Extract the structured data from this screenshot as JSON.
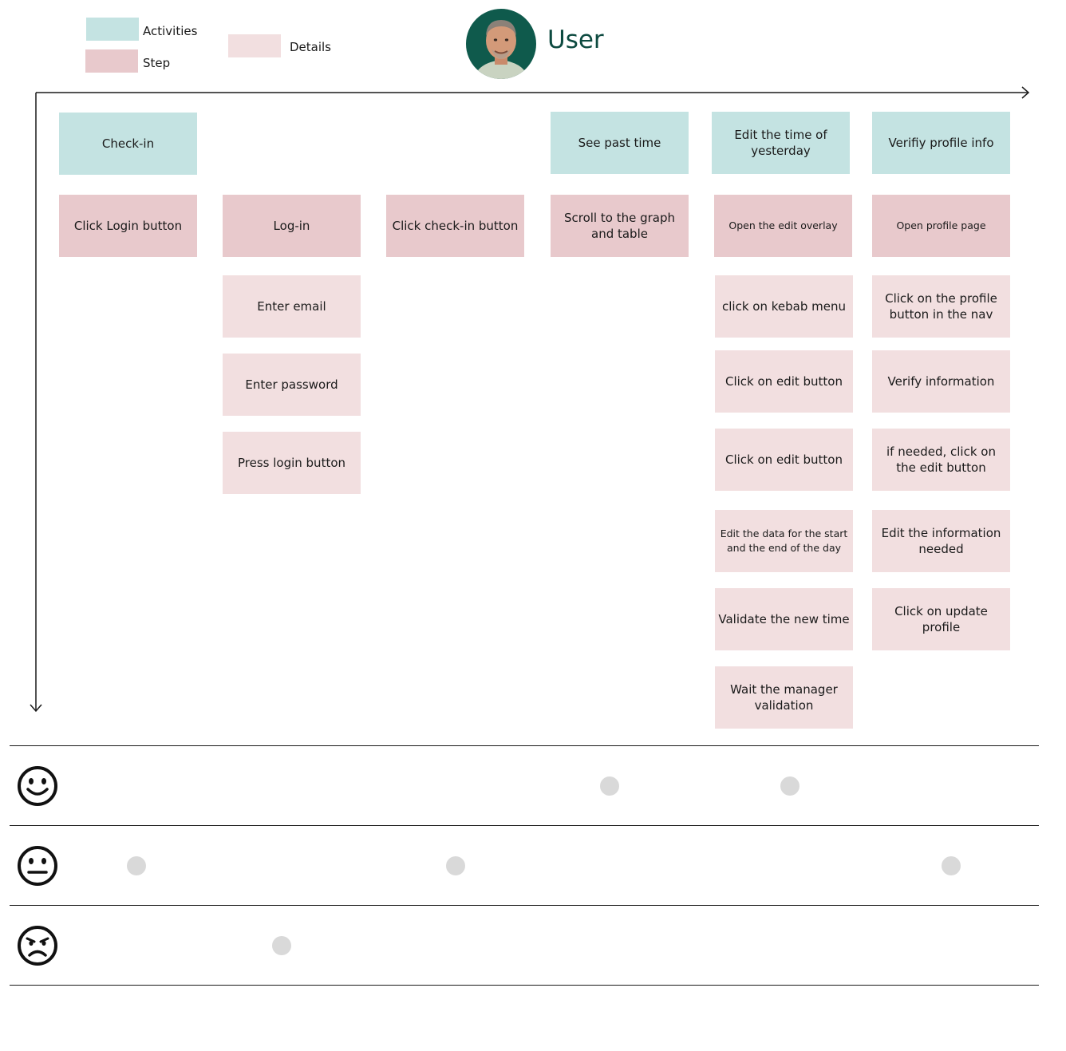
{
  "colors": {
    "activities": "#c4e3e2",
    "step": "#e8c9cc",
    "details": "#f2dfe0",
    "dot": "#d9d9d9",
    "title": "#0d4a40"
  },
  "legend": {
    "activities": "Activities",
    "step": "Step",
    "details": "Details"
  },
  "persona": {
    "title": "User",
    "avatar_icon": "user-portrait"
  },
  "activities": [
    "Check-in",
    "See past time",
    "Edit the time of yesterday",
    "Verifiy profile info"
  ],
  "steps": [
    "Click Login button",
    "Log-in",
    "Click check-in button",
    "Scroll to the graph and table",
    "Open the edit overlay",
    "Open profile page"
  ],
  "details": {
    "login": [
      "Enter email",
      "Enter password",
      "Press login button"
    ],
    "edit": [
      "click on kebab menu",
      "Click on edit button",
      "Click on edit button",
      "Edit the data for the start and the end of the day",
      "Validate the new time",
      "Wait the manager validation"
    ],
    "profile": [
      "Click on the profile button in the nav",
      "Verify information",
      "if needed, click on the edit button",
      "Edit the information needed",
      "Click on update profile"
    ]
  },
  "emotions": {
    "rows": [
      "happy-face-icon",
      "neutral-face-icon",
      "sad-face-icon"
    ],
    "happy": [
      "Scroll to the graph and table",
      "Open the edit overlay"
    ],
    "neutral": [
      "Click Login button",
      "Click check-in button",
      "Open profile page"
    ],
    "sad": [
      "Log-in"
    ]
  }
}
